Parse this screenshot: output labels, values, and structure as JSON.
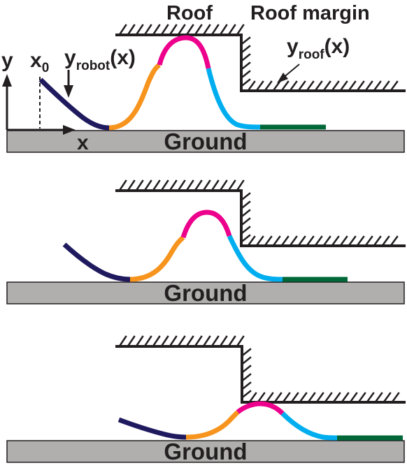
{
  "labels": {
    "roof": "Roof",
    "roof_margin": "Roof margin",
    "y_axis": "y",
    "x_axis": "x",
    "x0_main": "x",
    "x0_sub": "0",
    "y_robot_main": "y",
    "y_robot_sub": "robot",
    "y_robot_arg": "(x)",
    "y_roof_main": "y",
    "y_roof_sub": "roof",
    "y_roof_arg": "(x)"
  },
  "panels": [
    {
      "ground_label": "Ground"
    },
    {
      "ground_label": "Ground"
    },
    {
      "ground_label": "Ground"
    }
  ],
  "colors": {
    "ground_fill": "#b1aeae",
    "outline": "#231f20",
    "segment_navy": "#1f1a5e",
    "segment_orange": "#f7941d",
    "segment_magenta": "#ec008c",
    "segment_cyan": "#00aeef",
    "segment_green": "#006838"
  }
}
